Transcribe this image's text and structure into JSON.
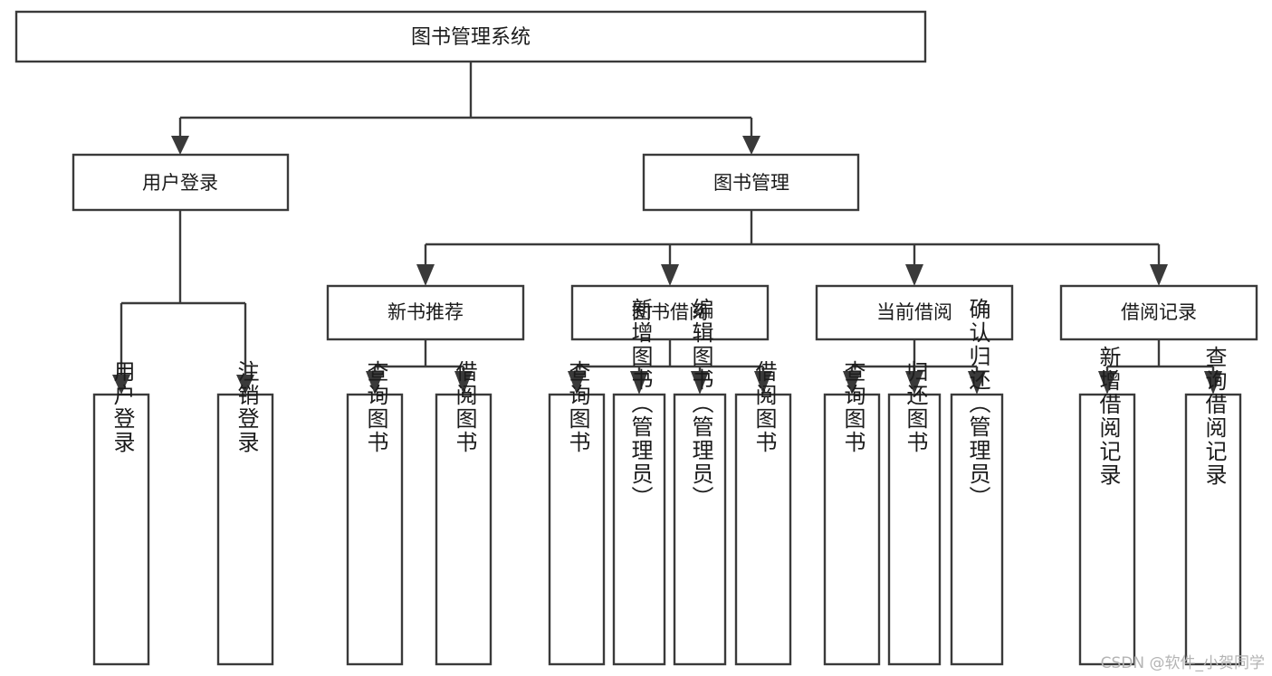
{
  "diagram": {
    "type": "tree",
    "title": "图书管理系统",
    "orientation": "top-down",
    "colors": {
      "box_fill": "#ffffff",
      "box_stroke": "#3a3a3a",
      "connector": "#3a3a3a",
      "text": "#1b1b1b",
      "watermark": "#b4b4b4",
      "background": "#ffffff"
    },
    "nodes": {
      "root": {
        "label": "图书管理系统"
      },
      "level2": [
        {
          "id": "user-login",
          "label": "用户登录"
        },
        {
          "id": "book-manage",
          "label": "图书管理"
        }
      ],
      "level3": [
        {
          "id": "new-book-rec",
          "label": "新书推荐"
        },
        {
          "id": "book-borrow",
          "label": "图书借阅"
        },
        {
          "id": "current-borrow",
          "label": "当前借阅"
        },
        {
          "id": "borrow-record",
          "label": "借阅记录"
        }
      ],
      "leaves": {
        "user-login": [
          {
            "id": "leaf-user-login",
            "label": "用户登录"
          },
          {
            "id": "leaf-user-logout",
            "label": "注销登录"
          }
        ],
        "new-book-rec": [
          {
            "id": "leaf-query-book-1",
            "label": "查询图书"
          },
          {
            "id": "leaf-borrow-book-1",
            "label": "借阅图书"
          }
        ],
        "book-borrow": [
          {
            "id": "leaf-query-book-2",
            "label": "查询图书"
          },
          {
            "id": "leaf-add-book",
            "label": "新增图书（管理员）"
          },
          {
            "id": "leaf-edit-book",
            "label": "编辑图书（管理员）"
          },
          {
            "id": "leaf-borrow-book-2",
            "label": "借阅图书"
          }
        ],
        "current-borrow": [
          {
            "id": "leaf-query-book-3",
            "label": "查询图书"
          },
          {
            "id": "leaf-return-book",
            "label": "归还图书"
          },
          {
            "id": "leaf-confirm-return",
            "label": "确认归还（管理员）"
          }
        ],
        "borrow-record": [
          {
            "id": "leaf-add-record",
            "label": "新增借阅记录"
          },
          {
            "id": "leaf-query-record",
            "label": "查询借阅记录"
          }
        ]
      }
    },
    "watermark": "CSDN @软件_小贺同学"
  }
}
